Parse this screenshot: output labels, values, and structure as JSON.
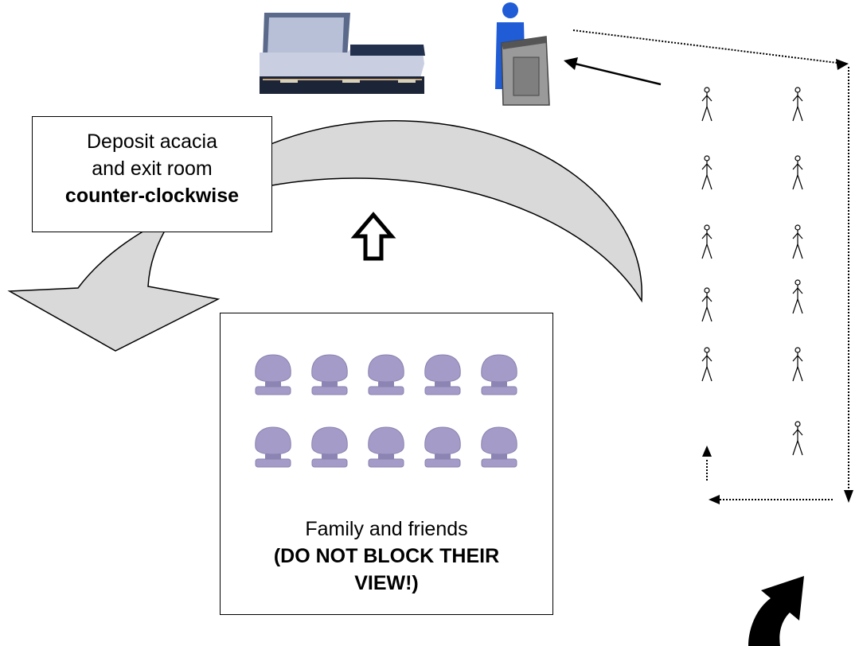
{
  "instruction": {
    "line1": "Deposit acacia",
    "line2": "and exit room",
    "line3": "counter-clockwise"
  },
  "family_box": {
    "line1": "Family and friends",
    "line2": "(DO NOT BLOCK THEIR VIEW!)"
  },
  "chairs": {
    "rows": 2,
    "per_row": 5,
    "color": "#a59bc9"
  },
  "line_figures": {
    "left_column": 5,
    "right_column": 6
  },
  "colors": {
    "arrow_fill": "#d9d9d9",
    "podium_person": "#1f5cd6",
    "podium": "#9a9a9a",
    "casket": "#b0b8d0"
  }
}
